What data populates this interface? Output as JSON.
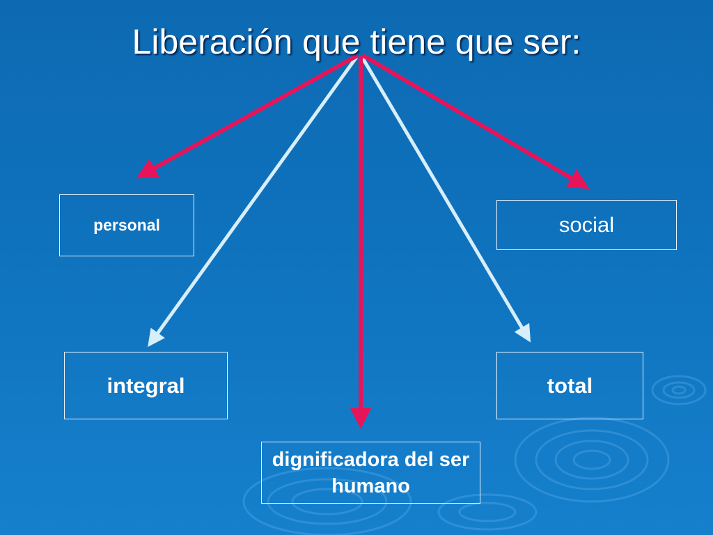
{
  "slide": {
    "title": "Liberación que tiene que ser:"
  },
  "diagram": {
    "branches": [
      {
        "id": "personal",
        "label": "personal",
        "arrow_color": "#e8145a"
      },
      {
        "id": "social",
        "label": "social",
        "arrow_color": "#e8145a"
      },
      {
        "id": "integral",
        "label": "integral",
        "arrow_color": "#d7eefb"
      },
      {
        "id": "total",
        "label": "total",
        "arrow_color": "#d7eefb"
      },
      {
        "id": "dignificadora",
        "label": "dignificadora del ser humano",
        "arrow_color": "#e8145a"
      }
    ]
  },
  "colors": {
    "background": "#0f72bd",
    "accent_arrow": "#e8145a",
    "light_arrow": "#d7eefb",
    "box_border": "#eaf4ff",
    "text": "#ffffff"
  }
}
